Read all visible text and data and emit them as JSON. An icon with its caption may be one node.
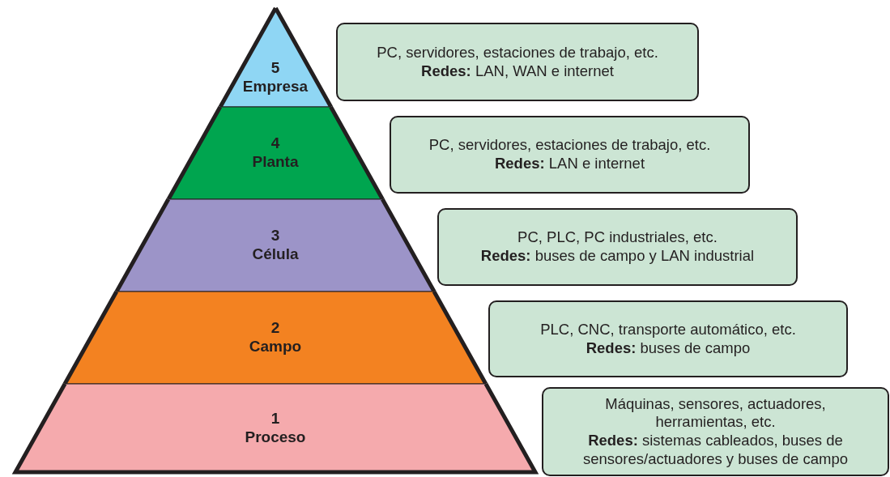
{
  "diagram": {
    "nodes": [
      {
        "text": [
          "5",
          "Empresa"
        ]
      },
      {
        "text": [
          "4",
          "Planta"
        ]
      },
      {
        "text": [
          "3",
          "Célula"
        ]
      },
      {
        "text": [
          "2",
          "Campo"
        ]
      },
      {
        "text": [
          "1",
          "Proceso"
        ]
      },
      {
        "text": [
          "PC, servidores, estaciones de trabajo, etc.",
          "**Redes:** LAN, WAN e internet"
        ]
      },
      {
        "text": [
          "PC, servidores, estaciones de trabajo, etc.",
          "**Redes:** LAN e internet"
        ]
      },
      {
        "text": [
          "PC, PLC, PC industriales, etc.",
          "**Redes:** buses de campo y LAN industrial"
        ]
      },
      {
        "text": [
          "PLC, CNC, transporte automático, etc.",
          "**Redes:** buses de campo"
        ]
      },
      {
        "text": [
          "Máquinas, sensores, actuadores, herramientas, etc.",
          "**Redes:** sistemas cableados, buses de sensores/actuadores y buses de campo"
        ]
      }
    ]
  }
}
